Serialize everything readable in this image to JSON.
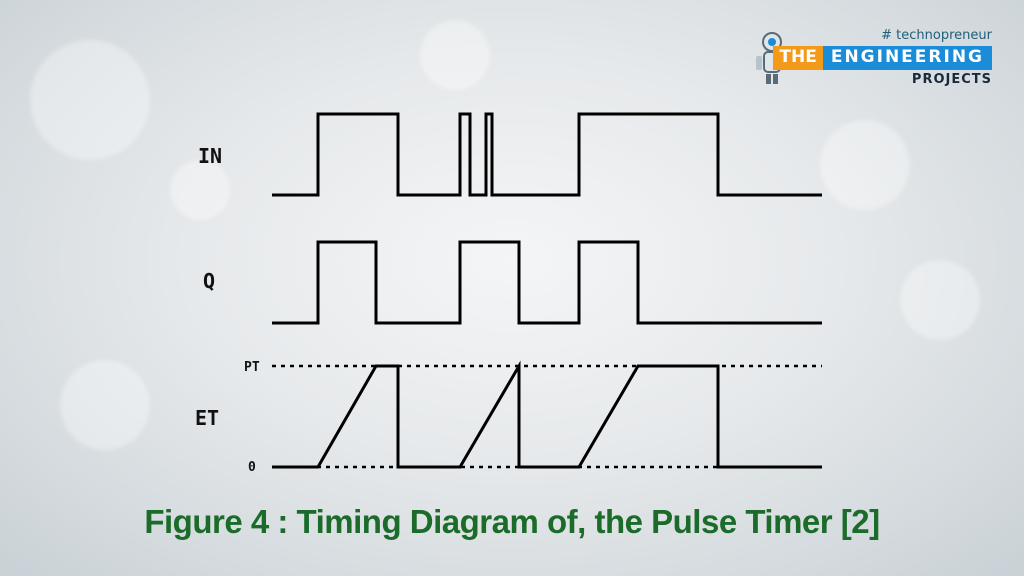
{
  "logo": {
    "tag": "# technopreneur",
    "the": "THE",
    "engineering": "ENGINEERING",
    "projects": "PROJECTS",
    "mascot_icon": "robot-icon"
  },
  "signals": {
    "in_label": "IN",
    "q_label": "Q",
    "et_label": "ET",
    "pt_label": "PT",
    "zero_label": "0"
  },
  "caption": "Figure 4 : Timing Diagram of, the Pulse Timer [2]",
  "colors": {
    "caption": "#1b6b2a",
    "wave": "#000000",
    "logo_orange": "#f39a1a",
    "logo_blue": "#1a8cd8"
  }
}
